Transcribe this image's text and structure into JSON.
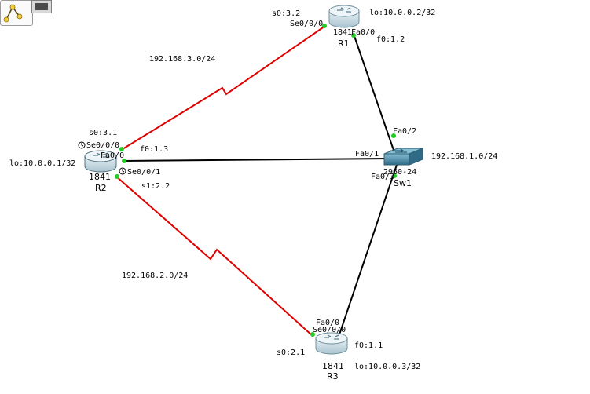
{
  "colors": {
    "serial_link": "#e00000",
    "ethernet_link": "#000000",
    "port_up": "#22cc22",
    "router_body": "#c9dde6",
    "router_top": "#e9f2f6",
    "switch_body": "#3f7e9c",
    "switch_top": "#86bed4"
  },
  "icons": {
    "toolbar": "topology-tool-icon",
    "router": "router-icon",
    "switch": "switch-icon",
    "clock": "clock-icon"
  },
  "devices": {
    "r1": {
      "name": "R1",
      "model": "1841",
      "loopback": "lo:10.0.0.2/32"
    },
    "r2": {
      "name": "R2",
      "model": "1841",
      "loopback": "lo:10.0.0.1/32"
    },
    "r3": {
      "name": "R3",
      "model": "1841",
      "loopback": "lo:10.0.0.3/32"
    },
    "sw1": {
      "name": "Sw1",
      "model": "2960-24",
      "network": "192.168.1.0/24"
    }
  },
  "links": {
    "r1_r2": {
      "network": "192.168.3.0/24",
      "r1_port": "Se0/0/0",
      "r1_ip": "s0:3.2",
      "r2_port": "Se0/0/0",
      "r2_ip": "s0:3.1"
    },
    "r2_r3": {
      "network": "192.168.2.0/24",
      "r2_port": "Se0/0/1",
      "r2_ip": "s1:2.2",
      "r3_port": "Se0/0/0",
      "r3_ip": "s0:2.1"
    },
    "r2_sw1": {
      "r2_port": "Fa0/0",
      "r2_ip": "f0:1.3",
      "sw_port": "Fa0/1"
    },
    "r1_sw1": {
      "r1_port": "Fa0/0",
      "r1_ip": "f0:1.2",
      "sw_port": "Fa0/2"
    },
    "r3_sw1": {
      "r3_port": "Fa0/0",
      "r3_ip": "f0:1.1",
      "sw_port": "Fa0/3"
    }
  }
}
